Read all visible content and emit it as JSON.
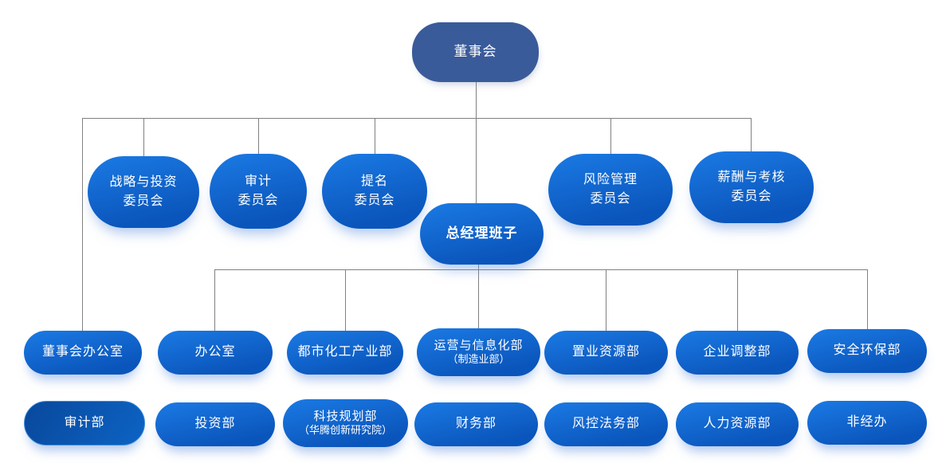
{
  "colors": {
    "background": "#ffffff",
    "board_fill": "#3a5b99",
    "node_fill_light": "#1b7ae4",
    "node_fill_dark": "#0a55bb",
    "audit_fill_dark": "#08489c",
    "audit_fill_light": "#0d63c4",
    "audit_border": "#3e8fd9",
    "connector": "#808080",
    "text": "#ffffff",
    "shadow": "rgba(104,150,222,0.55)"
  },
  "board": {
    "label": "董事会"
  },
  "committees": [
    {
      "line1": "战略与投资",
      "line2": "委员会"
    },
    {
      "line1": "审计",
      "line2": "委员会"
    },
    {
      "line1": "提名",
      "line2": "委员会"
    },
    {
      "line1": "风险管理",
      "line2": "委员会"
    },
    {
      "line1": "薪酬与考核",
      "line2": "委员会"
    }
  ],
  "general_manager": {
    "label": "总经理班子"
  },
  "departments_row1": [
    {
      "label": "董事会办公室"
    },
    {
      "label": "办公室"
    },
    {
      "label": "都市化工产业部"
    },
    {
      "label": "运营与信息化部",
      "sublabel": "（制造业部）"
    },
    {
      "label": "置业资源部"
    },
    {
      "label": "企业调整部"
    },
    {
      "label": "安全环保部"
    }
  ],
  "departments_row2": [
    {
      "label": "审计部"
    },
    {
      "label": "投资部"
    },
    {
      "label": "科技规划部",
      "sublabel": "（华腾创新研究院）"
    },
    {
      "label": "财务部"
    },
    {
      "label": "风控法务部"
    },
    {
      "label": "人力资源部"
    },
    {
      "label": "非经办"
    }
  ]
}
